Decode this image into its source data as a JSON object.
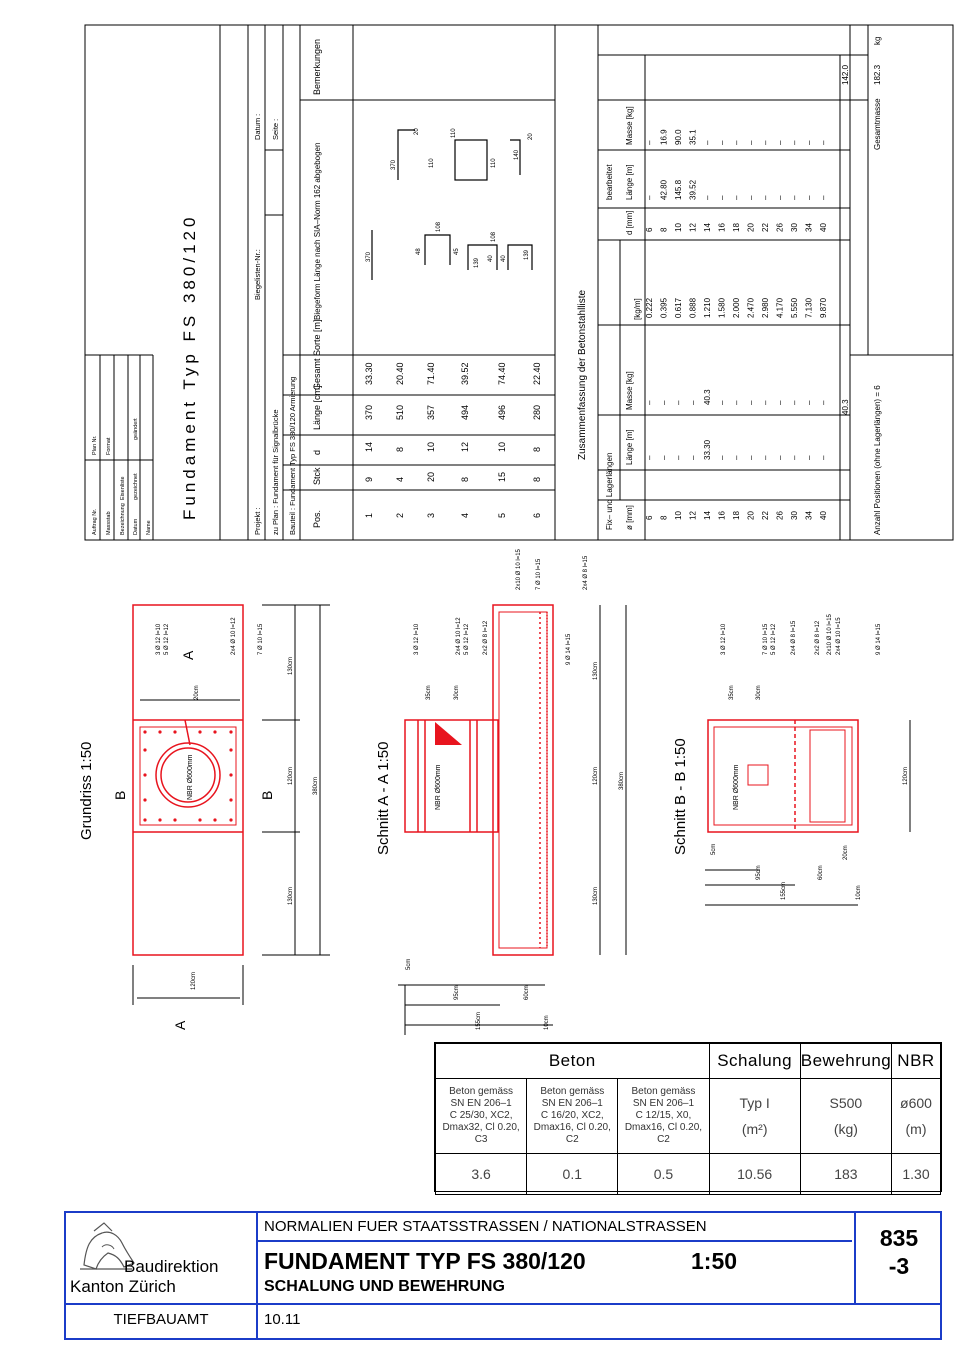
{
  "header": {
    "drawing_title": "Fundament Typ FS 380/120",
    "meta_fields": [
      "Auftrag Nr.",
      "Massstab",
      "Bezeichnung",
      "Datum",
      "Name",
      "Plan Nr.",
      "Format",
      "Eisenliste",
      "gezeichnet",
      "geändert"
    ],
    "projekt": "Projekt :",
    "biegelisten": "Biegelisten-Nr.:",
    "datum": "Datum :",
    "seite": "Seite :",
    "zu_plan": "zu Plan : Fundament für Signalbrücke",
    "bauteil": "Bauteil : Fundament Typ FS 380/120 Armierung"
  },
  "rebar_schedule": {
    "headers": [
      "Pos.",
      "Stck",
      "d",
      "Länge [cm]",
      "Gesamt Sorte [m]",
      "Biegeform Länge nach SIA–Norm 162 abgebogen",
      "Bemerkungen"
    ],
    "rows": [
      {
        "pos": "1",
        "stck": "9",
        "d": "14",
        "laenge": "370",
        "gesamt": "33.30"
      },
      {
        "pos": "2",
        "stck": "4",
        "d": "8",
        "laenge": "510",
        "gesamt": "20.40"
      },
      {
        "pos": "3",
        "stck": "20",
        "d": "10",
        "laenge": "357",
        "gesamt": "71.40"
      },
      {
        "pos": "4",
        "stck": "8",
        "d": "12",
        "laenge": "494",
        "gesamt": "39.52"
      },
      {
        "pos": "5",
        "stck": "15",
        "d": "10",
        "laenge": "496",
        "gesamt": "74.40"
      },
      {
        "pos": "6",
        "stck": "8",
        "d": "8",
        "laenge": "280",
        "gesamt": "22.40"
      }
    ],
    "shape_dims": [
      "370",
      "48",
      "108",
      "48",
      "45",
      "108",
      "139",
      "40",
      "40",
      "108",
      "139",
      "110",
      "110",
      "110",
      "110",
      "25",
      "20",
      "370",
      "20",
      "25",
      "20",
      "140",
      "20",
      "25"
    ]
  },
  "summary": {
    "title": "Zusammenfassung der Betonstahlliste",
    "fix_header": "Fix– und Lagerlängen",
    "bearbeitet": "bearbeitet",
    "col_headers": [
      "ø [mm]",
      "Länge [m]",
      "Masse [kg]",
      "[kg/m]",
      "d [mm]",
      "Länge [m]",
      "Masse [kg]"
    ],
    "rows": [
      {
        "d": "6",
        "l1": "–",
        "m1": "–",
        "kgm": "0.222",
        "d2": "6",
        "l2": "–",
        "m2": "–"
      },
      {
        "d": "8",
        "l1": "–",
        "m1": "–",
        "kgm": "0.395",
        "d2": "8",
        "l2": "42.80",
        "m2": "16.9"
      },
      {
        "d": "10",
        "l1": "–",
        "m1": "–",
        "kgm": "0.617",
        "d2": "10",
        "l2": "145.8",
        "m2": "90.0"
      },
      {
        "d": "12",
        "l1": "–",
        "m1": "–",
        "kgm": "0.888",
        "d2": "12",
        "l2": "39.52",
        "m2": "35.1"
      },
      {
        "d": "14",
        "l1": "33.30",
        "m1": "40.3",
        "kgm": "1.210",
        "d2": "14",
        "l2": "–",
        "m2": "–"
      },
      {
        "d": "16",
        "l1": "–",
        "m1": "–",
        "kgm": "1.580",
        "d2": "16",
        "l2": "–",
        "m2": "–"
      },
      {
        "d": "18",
        "l1": "–",
        "m1": "–",
        "kgm": "2.000",
        "d2": "18",
        "l2": "–",
        "m2": "–"
      },
      {
        "d": "20",
        "l1": "–",
        "m1": "–",
        "kgm": "2.470",
        "d2": "20",
        "l2": "–",
        "m2": "–"
      },
      {
        "d": "22",
        "l1": "–",
        "m1": "–",
        "kgm": "2.980",
        "d2": "22",
        "l2": "–",
        "m2": "–"
      },
      {
        "d": "26",
        "l1": "–",
        "m1": "–",
        "kgm": "4.170",
        "d2": "26",
        "l2": "–",
        "m2": "–"
      },
      {
        "d": "30",
        "l1": "–",
        "m1": "–",
        "kgm": "5.550",
        "d2": "30",
        "l2": "–",
        "m2": "–"
      },
      {
        "d": "34",
        "l1": "–",
        "m1": "–",
        "kgm": "7.130",
        "d2": "34",
        "l2": "–",
        "m2": "–"
      },
      {
        "d": "40",
        "l1": "–",
        "m1": "–",
        "kgm": "9.870",
        "d2": "40",
        "l2": "–",
        "m2": "–"
      }
    ],
    "sum_fix": "40.3",
    "sum_bearbeitet": "142.0",
    "anzahl": "Anzahl Positionen (ohne Lagerlängen) = 6",
    "gesamtmasse_label": "Gesamtmasse",
    "gesamtmasse": "182.3",
    "gesamtmasse_unit": "kg"
  },
  "drawings": {
    "grundriss": {
      "label": "Grundriss 1:50",
      "section_a": "A",
      "section_b": "B",
      "nbr": "NBR Ø600mm",
      "dims": [
        "20cm",
        "130cm",
        "120cm",
        "380cm",
        "130cm",
        "120cm"
      ],
      "callouts": [
        {
          "num": "4",
          "text": "3 Ø 12 l=10"
        },
        {
          "num": "4",
          "text": "5 Ø 12 l=12"
        },
        {
          "num": "5",
          "text": "2x4 Ø 10 l=12"
        },
        {
          "num": "5",
          "text": "7 Ø 10 l=15"
        }
      ]
    },
    "schnitt_a": {
      "label": "Schnitt A - A 1:50",
      "nbr": "NBR Ø600mm",
      "dims": [
        "35cm",
        "30cm",
        "130cm",
        "120cm",
        "380cm",
        "130cm",
        "5cm",
        "95cm",
        "60cm",
        "155cm",
        "10cm"
      ],
      "callouts": [
        {
          "num": "4",
          "text": "3 Ø 12 l=10"
        },
        {
          "num": "5",
          "text": "2x4 Ø 10 l=12"
        },
        {
          "num": "4",
          "text": "5 Ø 12 l=12"
        },
        {
          "num": "2",
          "text": "2x2 Ø 8 l=12"
        },
        {
          "num": "1",
          "text": "9 Ø 14 l=15"
        },
        {
          "num": "3",
          "text": "2x10 Ø 10 l=15"
        },
        {
          "num": "5",
          "text": "7 Ø 10 l=15"
        },
        {
          "num": "6",
          "text": "2x4 Ø 8 l=15"
        }
      ]
    },
    "schnitt_b": {
      "label": "Schnitt B - B 1:50",
      "nbr": "NBR Ø600mm",
      "dims": [
        "35cm",
        "30cm",
        "120cm",
        "5cm",
        "95cm",
        "60cm",
        "20cm",
        "155cm",
        "10cm"
      ],
      "callouts": [
        {
          "num": "4",
          "text": "3 Ø 12 l=10"
        },
        {
          "num": "5",
          "text": "7 Ø 10 l=15"
        },
        {
          "num": "4",
          "text": "5 Ø 12 l=12"
        },
        {
          "num": "6",
          "text": "2x4 Ø 8 l=15"
        },
        {
          "num": "2",
          "text": "2x2 Ø 8 l=12"
        },
        {
          "num": "3",
          "text": "2x10 Ø 10 l=15"
        },
        {
          "num": "5",
          "text": "2x4 Ø 10 l=15"
        },
        {
          "num": "1",
          "text": "9 Ø 14 l=15"
        }
      ]
    }
  },
  "quantities": {
    "beton_header": "Beton",
    "schalung_header": "Schalung",
    "bewehrung_header": "Bewehrung",
    "nbr_header": "NBR",
    "beton_specs": [
      [
        "Beton gemäss",
        "SN EN 206–1",
        "C 25/30, XC2,",
        "Dmax32, Cl 0.20, C3"
      ],
      [
        "Beton gemäss",
        "SN EN 206–1",
        "C 16/20, XC2,",
        "Dmax16, Cl 0.20, C2"
      ],
      [
        "Beton gemäss",
        "SN EN 206–1",
        "C 12/15, X0,",
        "Dmax16, Cl 0.20, C2"
      ]
    ],
    "schalung_spec": [
      "Typ I",
      "(m²)"
    ],
    "bewehrung_spec": [
      "S500",
      "(kg)"
    ],
    "nbr_spec": [
      "ø600",
      "(m)"
    ],
    "values": [
      "3.6",
      "0.1",
      "0.5",
      "10.56",
      "183",
      "1.30"
    ]
  },
  "title_block": {
    "org_line1": "Baudirektion",
    "org_line2": "Kanton Zürich",
    "dept": "TIEFBAUAMT",
    "series": "NORMALIEN FUER STAATSSTRASSEN / NATIONALSTRASSEN",
    "title": "FUNDAMENT TYP FS 380/120",
    "scale": "1:50",
    "subtitle": "SCHALUNG UND BEWEHRUNG",
    "number": "835",
    "suffix": "-3",
    "date": "10.11"
  },
  "colors": {
    "rebar": "#e8141e",
    "border": "#1b3cc8",
    "ink": "#000000"
  }
}
